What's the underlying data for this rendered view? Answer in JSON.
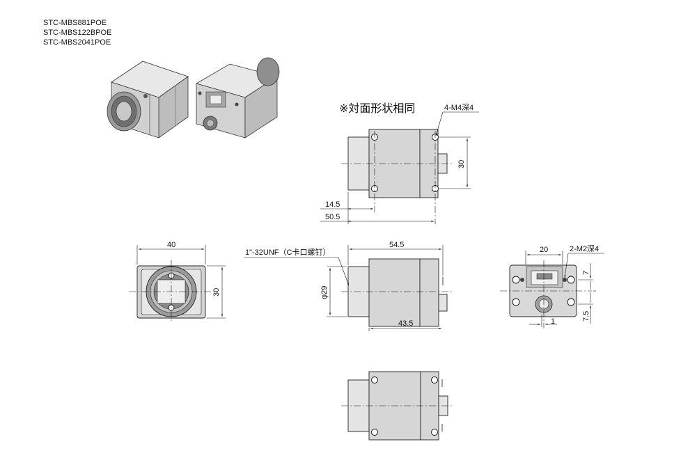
{
  "models": [
    "STC-MBS881POE",
    "STC-MBS122BPOE",
    "STC-MBS2041POE"
  ],
  "note": "※対面形状相同",
  "top_view": {
    "holes_callout": "4-M4深4",
    "height_dim": "30",
    "dim_a": "14.5",
    "dim_b": "50.5"
  },
  "front_view": {
    "width_dim": "40",
    "height_dim": "30"
  },
  "side_view": {
    "mount_callout": "1\"-32UNF（C卡口螺钉）",
    "length_dim": "54.5",
    "body_dim": "43.5",
    "diameter_dim": "φ29"
  },
  "rear_view": {
    "width_dim": "20",
    "holes_callout": "2-M2深4",
    "dim_top": "7",
    "dim_bottom": "7.5",
    "dim_offset": "1"
  }
}
